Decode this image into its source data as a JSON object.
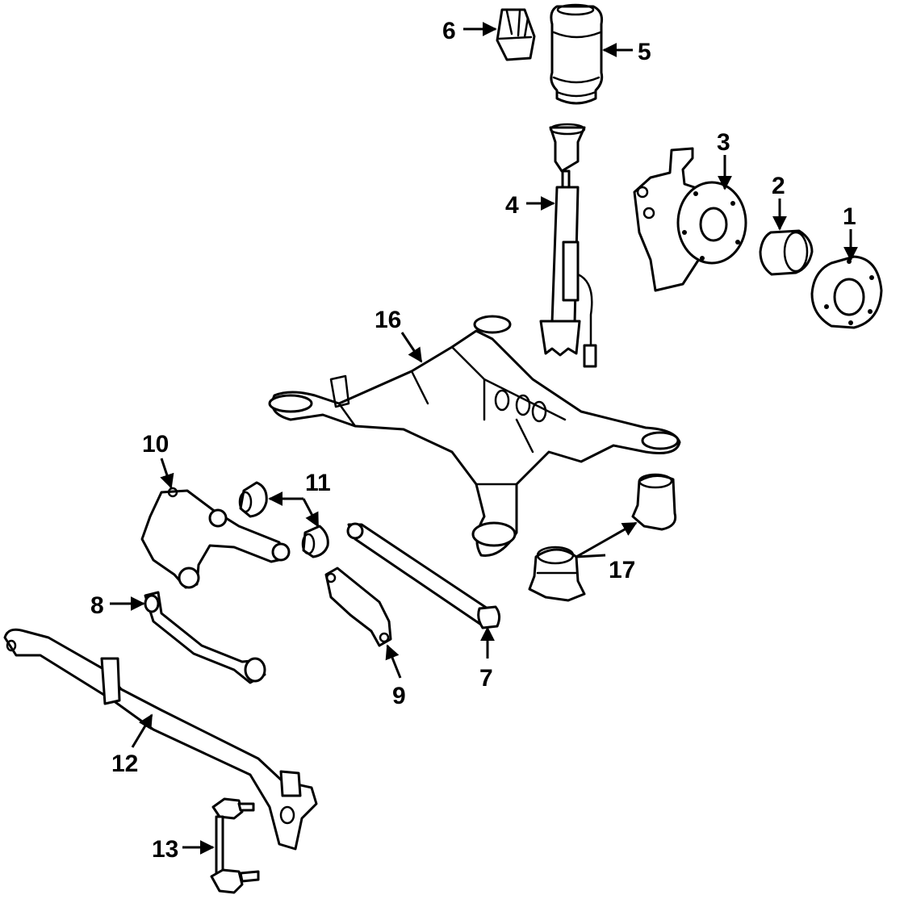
{
  "diagram": {
    "type": "exploded-parts-diagram",
    "background": "#ffffff",
    "line_color": "#000000",
    "callouts": [
      {
        "id": "1",
        "label": "1",
        "part": "hub-bearing-assembly"
      },
      {
        "id": "2",
        "label": "2",
        "part": "wheel-bearing"
      },
      {
        "id": "3",
        "label": "3",
        "part": "knuckle"
      },
      {
        "id": "4",
        "label": "4",
        "part": "shock-absorber"
      },
      {
        "id": "5",
        "label": "5",
        "part": "air-spring"
      },
      {
        "id": "6",
        "label": "6",
        "part": "bump-stop"
      },
      {
        "id": "7",
        "label": "7",
        "part": "lateral-link"
      },
      {
        "id": "8",
        "label": "8",
        "part": "trailing-arm"
      },
      {
        "id": "9",
        "label": "9",
        "part": "camber-link"
      },
      {
        "id": "10",
        "label": "10",
        "part": "lower-control-arm"
      },
      {
        "id": "11",
        "label": "11",
        "part": "control-arm-bushing"
      },
      {
        "id": "12",
        "label": "12",
        "part": "stabilizer-bar"
      },
      {
        "id": "13",
        "label": "13",
        "part": "stabilizer-link"
      },
      {
        "id": "16",
        "label": "16",
        "part": "crossmember"
      },
      {
        "id": "17",
        "label": "17",
        "part": "crossmember-mount"
      }
    ]
  }
}
